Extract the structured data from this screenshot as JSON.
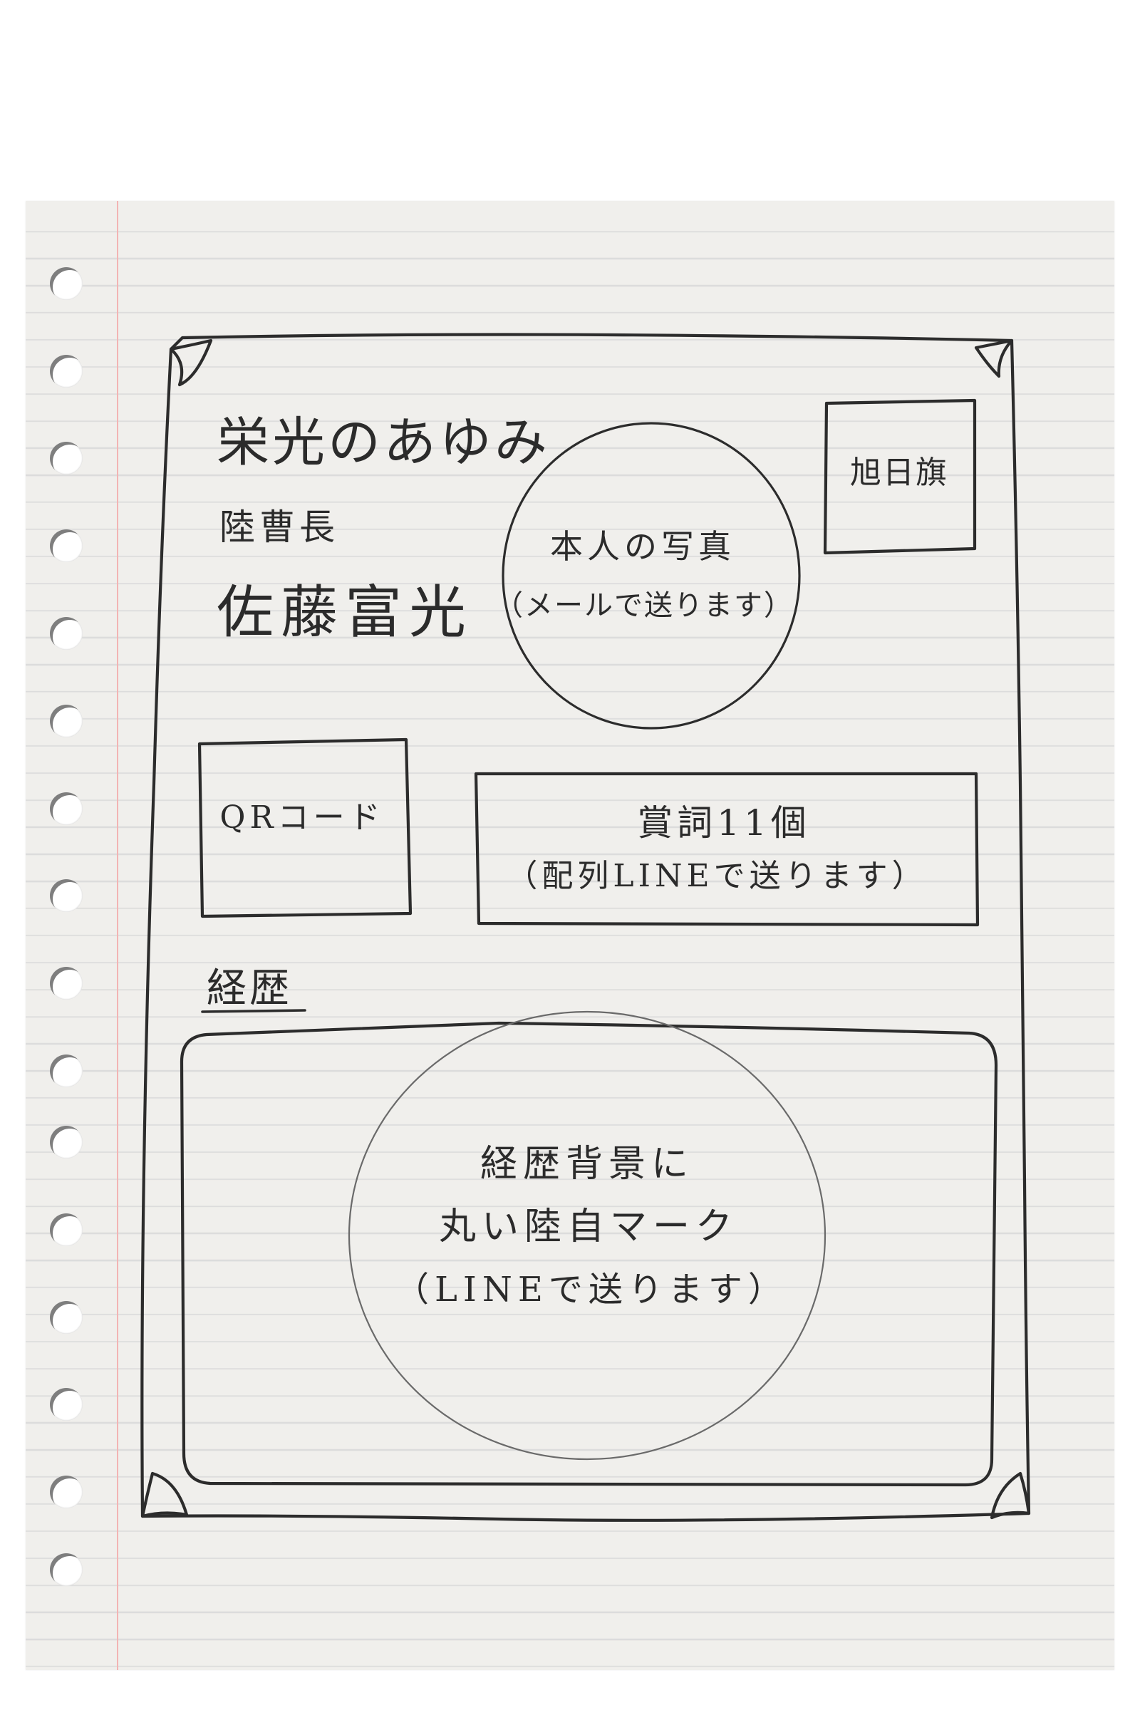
{
  "heading": {
    "title": "栄光のあゆみ",
    "rank": "陸曹長",
    "name": "佐藤富光"
  },
  "photo": {
    "label": "本人の写真",
    "note": "（メールで送ります）"
  },
  "flag": {
    "label": "旭日旗"
  },
  "qr": {
    "label": "QRコード"
  },
  "awards": {
    "label": "賞詞11個",
    "note": "（配列LINEで送ります）"
  },
  "career": {
    "heading": "経歴",
    "background_line1": "経歴背景に",
    "background_line2": "丸い陸自マーク",
    "background_note": "（LINEで送ります）"
  }
}
